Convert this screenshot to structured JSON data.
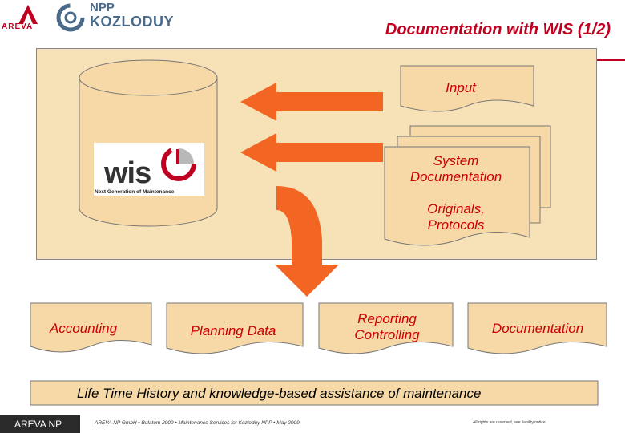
{
  "header": {
    "areva_label": "AREVA",
    "npp_line1": "NPP",
    "npp_line2": "KOZLODUY",
    "title": "Documentation with WIS (1/2)"
  },
  "diagram": {
    "wis_word": "wis",
    "wis_tagline": "Next Generation of Maintenance",
    "input_label": "Input",
    "system_doc_label": "System Documentation",
    "originals_label": "Originals, Protocols",
    "outputs": [
      {
        "label": "Accounting"
      },
      {
        "label": "Planning Data"
      },
      {
        "label": "Reporting Controlling"
      },
      {
        "label": "Documentation"
      }
    ],
    "banner": "Life Time History and knowledge-based assistance of maintenance"
  },
  "colors": {
    "accent_red": "#c00020",
    "doc_fill": "#f6d9a6",
    "arrow_orange": "#f26522",
    "panel_fill": "#f7e1b6"
  },
  "footer": {
    "left": "AREVA NP",
    "middle": "AREVA NP GmbH • Bulatom 2009 • Maintenance Services for Kozloduy NPP • May 2009",
    "right": "All rights are reserved, see liability notice."
  }
}
